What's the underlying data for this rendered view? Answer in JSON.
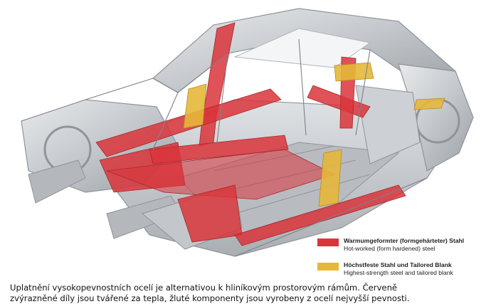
{
  "legend": {
    "items": [
      {
        "title": "Warmumgeformter (formgehärteter) Stahl",
        "subtitle": "Hot-worked (form hardened) steel",
        "color": "#d9353b"
      },
      {
        "title": "Höchstfeste Stahl und Tailored Blank",
        "subtitle": "Highest-strength steel and tailored blank",
        "color": "#e5b73a"
      }
    ]
  },
  "caption": {
    "line1": "Uplatnění vysokopevnostních ocelí je alternativou k hliníkovým prostorovým rámům. Červeně",
    "line2": "zvýrazněné díly jsou tvářené za tepla, žluté komponenty jsou vyrobeny z ocelí nejvyšší pevnosti."
  },
  "colors": {
    "frame": "#c9ccd0",
    "frame_dark": "#8f949a",
    "hot_worked": "#d9353b",
    "high_strength": "#e5b73a"
  }
}
